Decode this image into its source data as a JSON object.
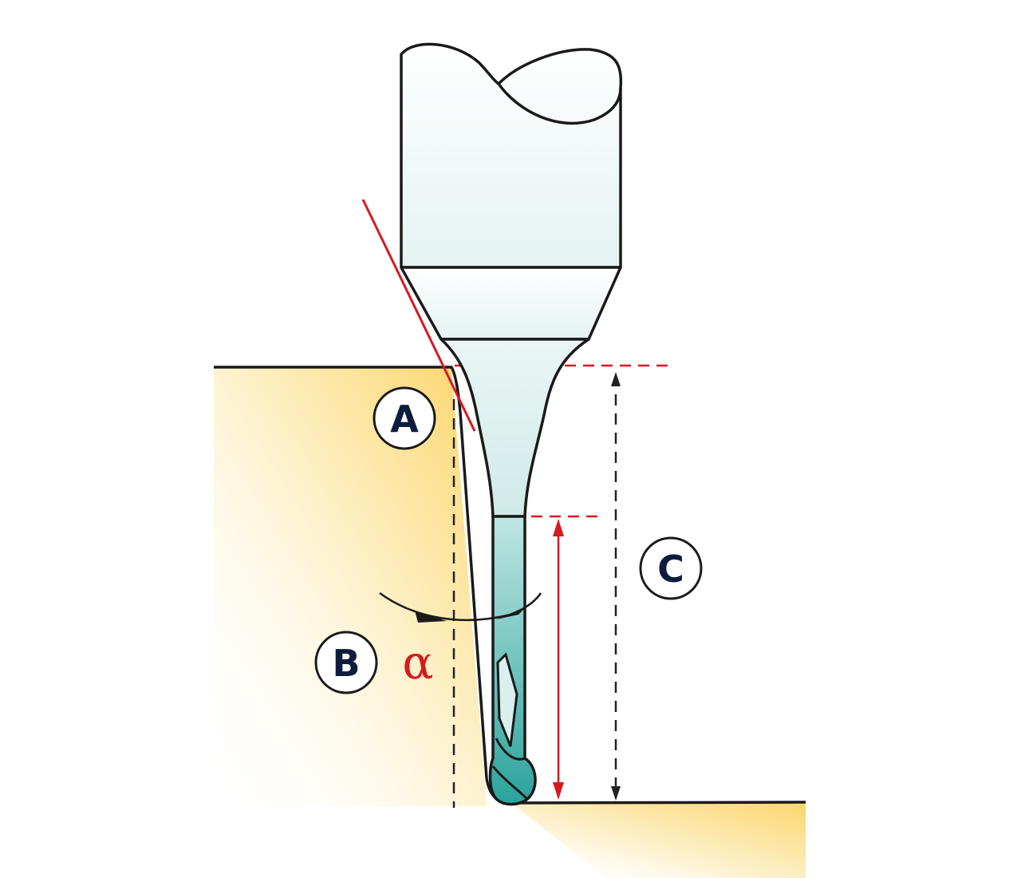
{
  "diagram": {
    "labels": {
      "a": "A",
      "b": "B",
      "c": "C",
      "alpha": "α"
    },
    "colors": {
      "outline": "#1a1a1a",
      "accent_red": "#d71920",
      "workpiece_gold": "#fde08a",
      "tool_light": "#eef7f7",
      "tool_teal": "#2aa39c",
      "label_text": "#0d1b3d",
      "dash": "#222222"
    }
  }
}
